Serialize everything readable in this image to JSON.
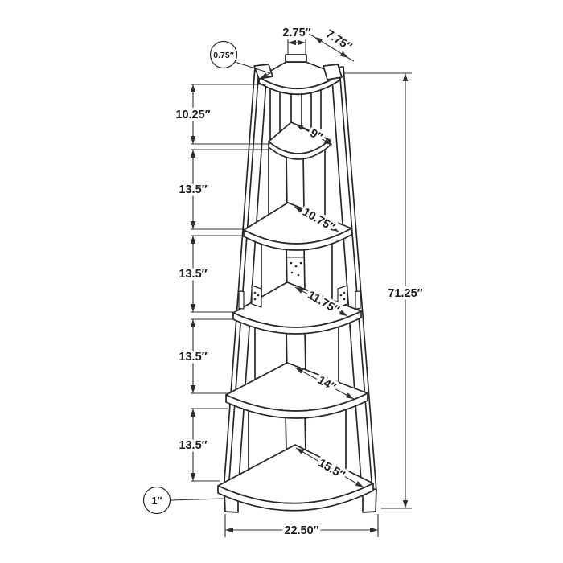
{
  "page": {
    "background": "#ffffff"
  },
  "diagram": {
    "name": "corner-ladder-bookcase-dimension-drawing",
    "line_color": "#2a2627",
    "dims": {
      "top_width": "2.75″",
      "top_diagonal": "7.75″",
      "thickness_callout": "0.75″",
      "foot_callout": "1″",
      "total_height": "71.25″",
      "base_width": "22.50″",
      "left_chain": [
        "10.25″",
        "13.5″",
        "13.5″",
        "13.5″",
        "13.5″"
      ],
      "shelf_diagonals": [
        "9″",
        "10.75″",
        "11.75″",
        "14″",
        "15.5″"
      ]
    }
  }
}
